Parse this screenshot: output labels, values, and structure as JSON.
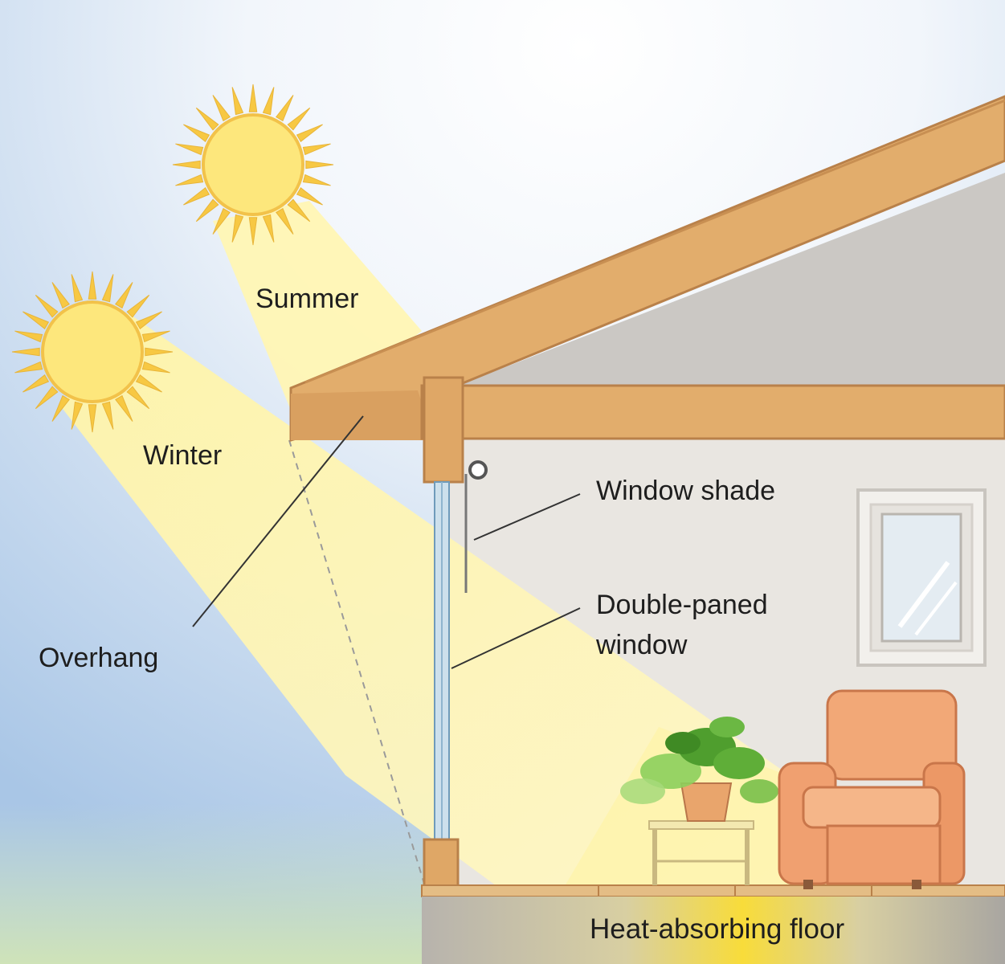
{
  "diagram": {
    "labels": {
      "summer": "Summer",
      "winter": "Winter",
      "overhang": "Overhang",
      "window_shade": "Window shade",
      "double_paned_line1": "Double-paned",
      "double_paned_line2": "window",
      "floor": "Heat-absorbing floor"
    },
    "colors": {
      "sky_blue": "#a9c6e6",
      "sun_fill": "#fde77c",
      "sun_rays": "#f7c843",
      "beam": "#fff6b4",
      "wood": "#e2ad6c",
      "wood_dark": "#bd8347",
      "interior_wall": "#e9e6e1",
      "ceiling": "#cbc8c4",
      "floor_gray": "#9c9994",
      "floor_glow": "#f8dc3a",
      "chair": "#f0a070",
      "plant": "#5fae38"
    },
    "icons": {
      "summer_sun": "sun-icon",
      "winter_sun": "sun-icon",
      "plant": "potted-plant-icon",
      "chair": "armchair-icon"
    }
  }
}
